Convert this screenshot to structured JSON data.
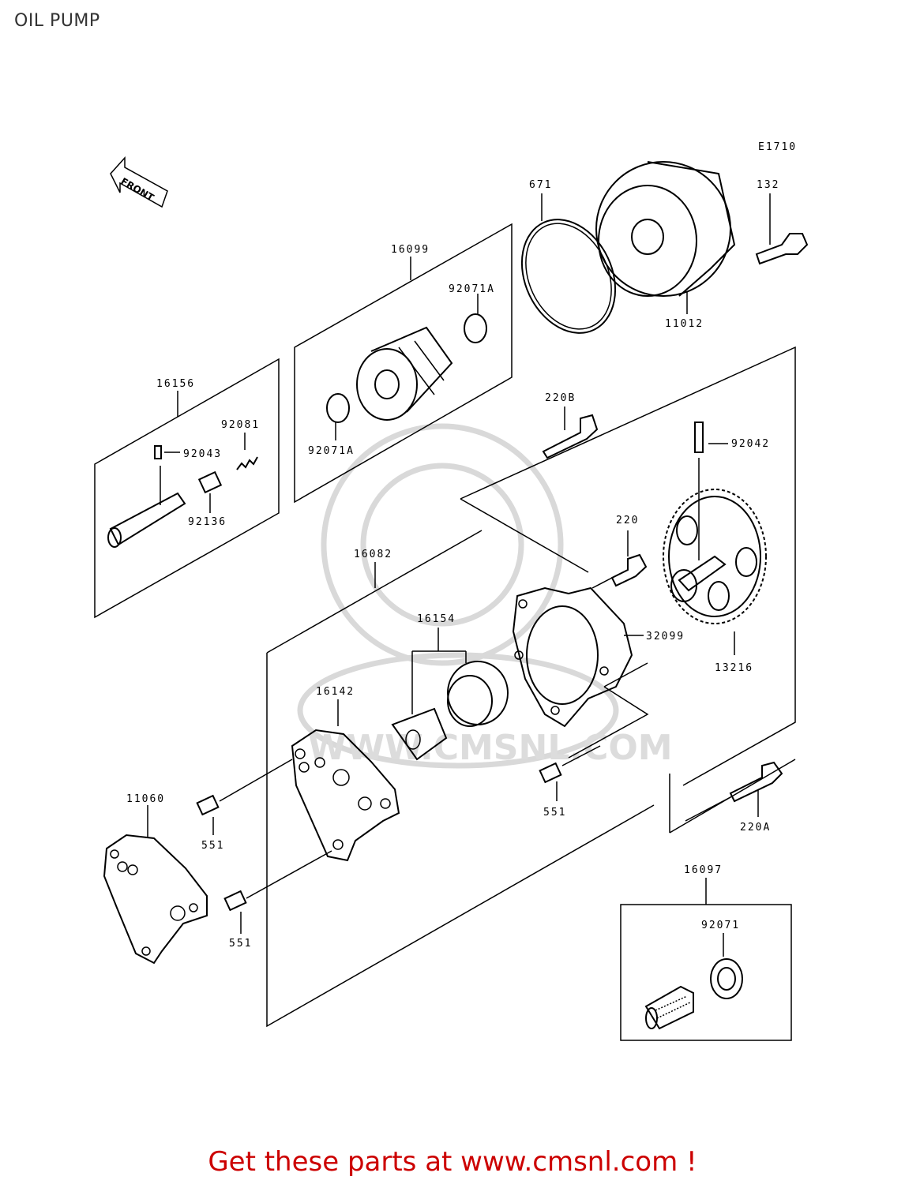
{
  "title": "OIL PUMP",
  "diagram_code": "E1710",
  "front_label": "FRONT",
  "watermark": "WWW.CMSNL.COM",
  "labels": {
    "p671": "671",
    "p132": "132",
    "p11012": "11012",
    "p16099": "16099",
    "p92071A_top": "92071A",
    "p92071A_bottom": "92071A",
    "p16156": "16156",
    "p92081": "92081",
    "p92043": "92043",
    "p92136": "92136",
    "p220B": "220B",
    "p92042": "92042",
    "p220": "220",
    "p16082": "16082",
    "p16154": "16154",
    "p32099": "32099",
    "p13216": "13216",
    "p16142": "16142",
    "p11060": "11060",
    "p551_left": "551",
    "p551_bottom": "551",
    "p551_right": "551",
    "p220A": "220A",
    "p16097": "16097",
    "p92071": "92071"
  },
  "footer": "Get these parts at www.cmsnl.com !"
}
